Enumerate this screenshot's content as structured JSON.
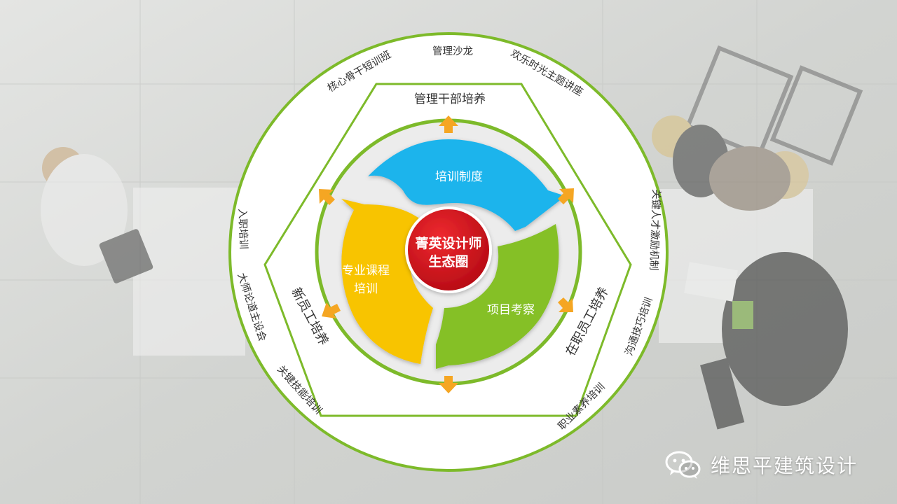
{
  "center": {
    "line1": "菁英设计师",
    "line2": "生态圈"
  },
  "blades": {
    "top": "培训制度",
    "left_line1": "专业课程",
    "left_line2": "培训",
    "right": "项目考察"
  },
  "pentagon_labels": {
    "top": "管理干部培养",
    "left": "新员工培养",
    "right": "在职员工培养"
  },
  "outer_ring": {
    "top_left": "核心骨干短训班",
    "top": "管理沙龙",
    "top_right": "欢乐时光主题讲座",
    "right_upper": "关键人才激励机制",
    "right_lower": "沟通技巧培训",
    "bottom_right": "职业素养培训",
    "bottom_left": "关键技能培训",
    "left_lower": "大师论道主设会",
    "left_upper": "入职培训"
  },
  "watermark": {
    "brand": "维思平建筑设计"
  },
  "colors": {
    "ring_green": "#7dba2a",
    "blade_blue": "#1eb4ec",
    "blade_yellow": "#f8c400",
    "blade_green": "#85c025",
    "center_red": "#d9111e",
    "arrow_orange": "#f5a623"
  }
}
